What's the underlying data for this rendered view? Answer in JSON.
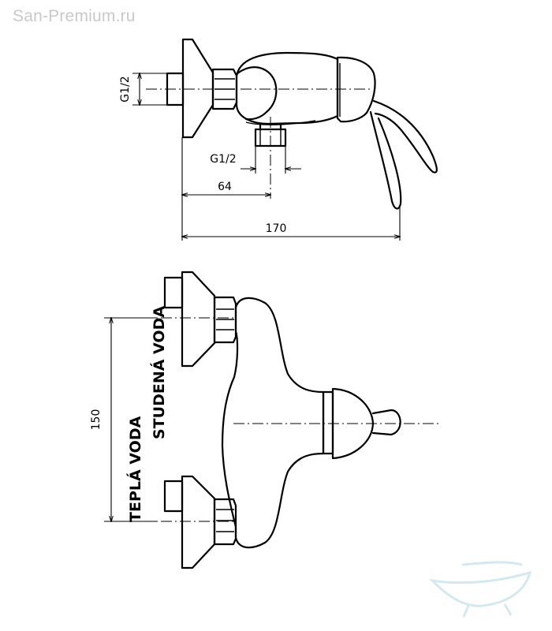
{
  "watermark": "San-Premium.ru",
  "side_view": {
    "thread_left": "G1/2",
    "thread_bottom": "G1/2",
    "dim_64": "64",
    "dim_170": "170"
  },
  "front_view": {
    "dim_150": "150",
    "label_cold": "STUDENÁ VODA",
    "label_hot": "TEPLÁ VODA"
  }
}
